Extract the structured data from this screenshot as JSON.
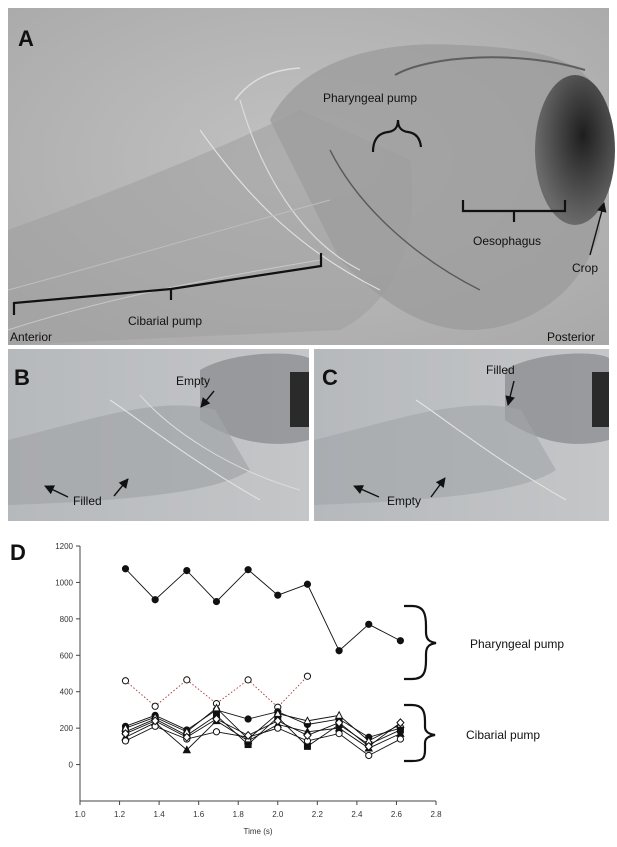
{
  "panels": {
    "a": {
      "letter": "A",
      "labels": {
        "pharyngeal_pump": "Pharyngeal pump",
        "oesophagus": "Oesophagus",
        "crop": "Crop",
        "cibarial_pump": "Cibarial pump",
        "anterior": "Anterior",
        "posterior": "Posterior"
      }
    },
    "b": {
      "letter": "B",
      "labels": {
        "empty": "Empty",
        "filled": "Filled"
      }
    },
    "c": {
      "letter": "C",
      "labels": {
        "filled": "Filled",
        "empty": "Empty"
      }
    },
    "d": {
      "letter": "D",
      "annotations": {
        "pharyngeal": "Pharyngeal pump",
        "cibarial": "Cibarial pump"
      }
    }
  },
  "chart_data": {
    "type": "line",
    "xlabel": "Time (s)",
    "ylabel": "",
    "xlim": [
      1.0,
      2.8
    ],
    "ylim": [
      -200,
      1200
    ],
    "xticks": [
      1.0,
      1.2,
      1.4,
      1.6,
      1.8,
      2.0,
      2.2,
      2.4,
      2.6,
      2.8
    ],
    "yticks": [
      1200,
      1000,
      800,
      600,
      400,
      200,
      0
    ],
    "grid": false,
    "series": [
      {
        "group": "pharyngeal",
        "marker": "filled-circle",
        "line": "solid",
        "x": [
          1.23,
          1.38,
          1.54,
          1.69,
          1.85,
          2.0,
          2.15,
          2.31,
          2.46,
          2.62
        ],
        "y": [
          1075,
          905,
          1065,
          895,
          1070,
          930,
          990,
          625,
          770,
          680
        ]
      },
      {
        "group": "pharyngeal",
        "marker": "open-circle",
        "line": "dotted",
        "x": [
          1.23,
          1.38,
          1.54,
          1.69,
          1.85,
          2.0,
          2.15
        ],
        "y": [
          460,
          320,
          465,
          335,
          465,
          315,
          485
        ]
      },
      {
        "group": "cibarial",
        "marker": "filled-circle",
        "line": "solid",
        "x": [
          1.23,
          1.38,
          1.54,
          1.69,
          1.85,
          2.0,
          2.15,
          2.31,
          2.46,
          2.62
        ],
        "y": [
          210,
          270,
          190,
          300,
          250,
          290,
          220,
          250,
          150,
          200
        ]
      },
      {
        "group": "cibarial",
        "marker": "filled-square",
        "line": "solid",
        "x": [
          1.23,
          1.38,
          1.54,
          1.69,
          1.85,
          2.0,
          2.15,
          2.31,
          2.46,
          2.62
        ],
        "y": [
          180,
          250,
          160,
          270,
          110,
          260,
          100,
          220,
          110,
          190
        ]
      },
      {
        "group": "cibarial",
        "marker": "filled-triangle",
        "line": "solid",
        "x": [
          1.23,
          1.38,
          1.54,
          1.69,
          1.85,
          2.0,
          2.15,
          2.31,
          2.46,
          2.62
        ],
        "y": [
          150,
          230,
          80,
          240,
          130,
          220,
          180,
          200,
          90,
          170
        ]
      },
      {
        "group": "cibarial",
        "marker": "open-circle",
        "line": "solid",
        "x": [
          1.23,
          1.38,
          1.54,
          1.69,
          1.85,
          2.0,
          2.15,
          2.31,
          2.46,
          2.62
        ],
        "y": [
          130,
          210,
          140,
          180,
          150,
          200,
          130,
          170,
          50,
          140
        ]
      },
      {
        "group": "cibarial",
        "marker": "open-triangle",
        "line": "solid",
        "x": [
          1.23,
          1.38,
          1.54,
          1.69,
          1.85,
          2.0,
          2.15,
          2.31,
          2.46,
          2.62
        ],
        "y": [
          200,
          260,
          180,
          310,
          140,
          280,
          240,
          270,
          130,
          220
        ]
      },
      {
        "group": "cibarial",
        "marker": "open-diamond",
        "line": "solid",
        "x": [
          1.23,
          1.38,
          1.54,
          1.69,
          1.85,
          2.0,
          2.15,
          2.31,
          2.46,
          2.62
        ],
        "y": [
          170,
          240,
          150,
          250,
          160,
          240,
          160,
          230,
          100,
          230
        ]
      }
    ]
  }
}
